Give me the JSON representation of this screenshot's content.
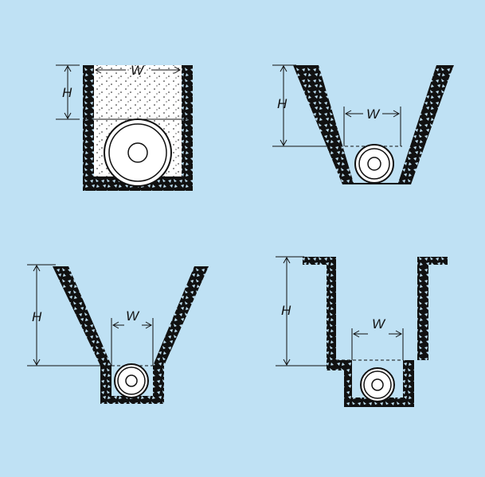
{
  "colors": {
    "background": "#bfe1f4",
    "soil": "#111111",
    "pipe_fill": "#ffffff",
    "backfill_fill": "#ffffff"
  },
  "panels": [
    {
      "id": "rect-backfilled",
      "width_label": "W",
      "height_label": "H"
    },
    {
      "id": "v-narrow",
      "width_label": "W",
      "height_label": "H"
    },
    {
      "id": "v-wide",
      "width_label": "W",
      "height_label": "H"
    },
    {
      "id": "step",
      "width_label": "W",
      "height_label": "H"
    }
  ]
}
